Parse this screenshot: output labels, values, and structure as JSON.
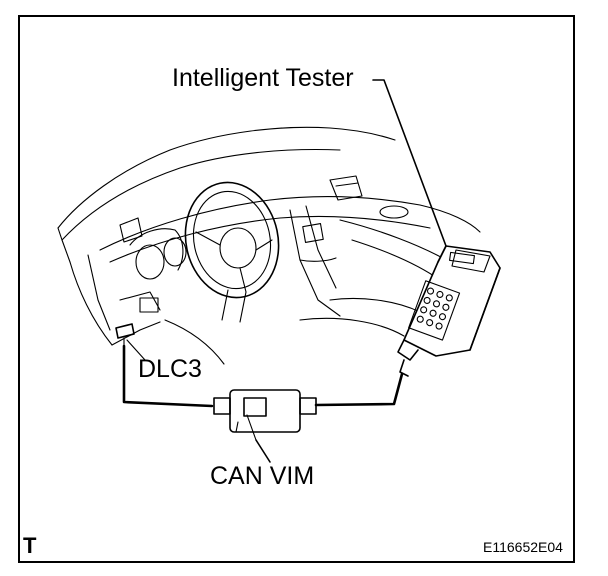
{
  "labels": {
    "intelligent_tester": "Intelligent Tester",
    "dlc3": "DLC3",
    "can_vim": "CAN VIM",
    "corner_mark": "T",
    "figure_code": "E116652E04"
  }
}
